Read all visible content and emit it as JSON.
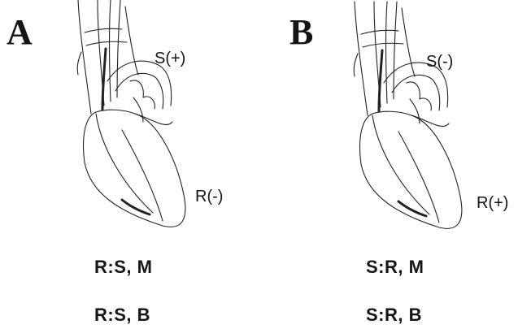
{
  "panels": [
    {
      "letter": "A",
      "labels": {
        "top": "S(+)",
        "bottom": "R(-)"
      },
      "formulas": [
        "R:S, M",
        "R:S, B"
      ]
    },
    {
      "letter": "B",
      "labels": {
        "top": "S(-)",
        "bottom": "R(+)"
      },
      "formulas": [
        "S:R, M",
        "S:R, B"
      ]
    }
  ]
}
